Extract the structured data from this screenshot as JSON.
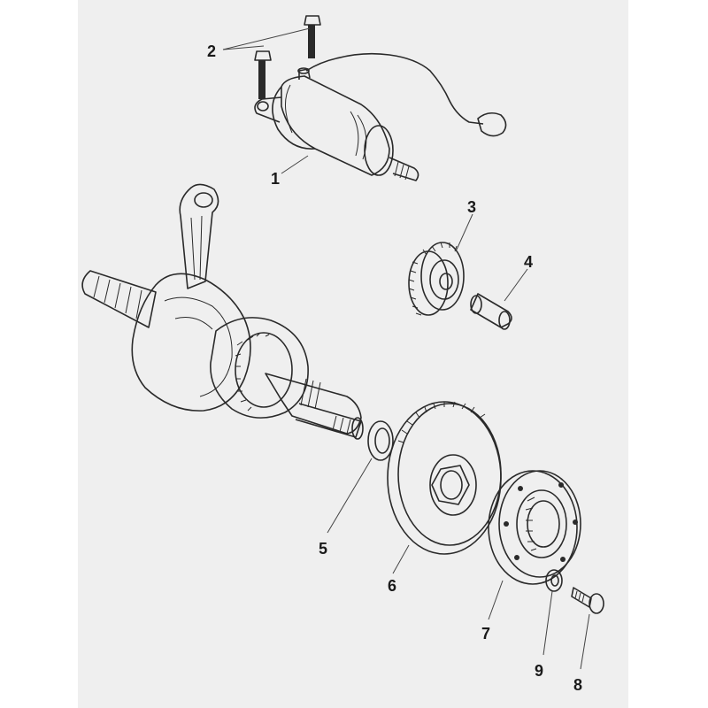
{
  "callouts": [
    {
      "id": "c1",
      "label": "1",
      "part": "starter-motor"
    },
    {
      "id": "c2",
      "label": "2",
      "part": "mounting-bolts"
    },
    {
      "id": "c3",
      "label": "3",
      "part": "idle-gear"
    },
    {
      "id": "c4",
      "label": "4",
      "part": "idle-gear-shaft"
    },
    {
      "id": "c5",
      "label": "5",
      "part": "thrust-washer"
    },
    {
      "id": "c6",
      "label": "6",
      "part": "starter-driven-gear"
    },
    {
      "id": "c7",
      "label": "7",
      "part": "one-way-clutch"
    },
    {
      "id": "c8",
      "label": "8",
      "part": "clutch-bolt"
    },
    {
      "id": "c9",
      "label": "9",
      "part": "washer"
    }
  ],
  "colors": {
    "panel": "#efefef",
    "background": "#ffffff",
    "line": "#2a2a2a"
  }
}
